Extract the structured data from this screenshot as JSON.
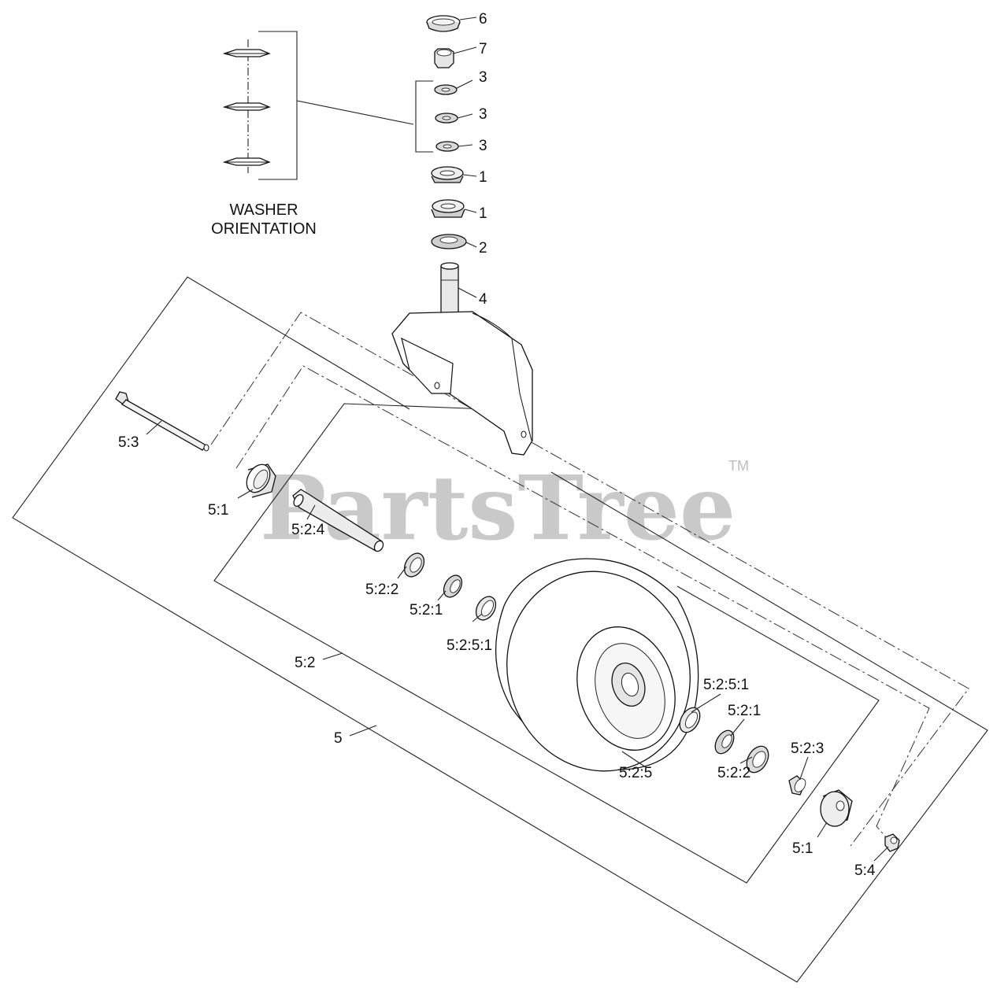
{
  "diagram": {
    "caption_line1": "WASHER",
    "caption_line2": "ORIENTATION",
    "watermark": "PartsTree",
    "trademark": "TM",
    "callouts": {
      "c6": "6",
      "c7": "7",
      "c3a": "3",
      "c3b": "3",
      "c3c": "3",
      "c1a": "1",
      "c1b": "1",
      "c2": "2",
      "c4": "4",
      "c53": "5:3",
      "c51a": "5:1",
      "c524": "5:2:4",
      "c522a": "5:2:2",
      "c521a": "5:2:1",
      "c5251a": "5:2:5:1",
      "c52": "5:2",
      "c5": "5",
      "c5251b": "5:2:5:1",
      "c521b": "5:2:1",
      "c523": "5:2:3",
      "c525": "5:2:5",
      "c522b": "5:2:2",
      "c51b": "5:1",
      "c54": "5:4"
    }
  }
}
